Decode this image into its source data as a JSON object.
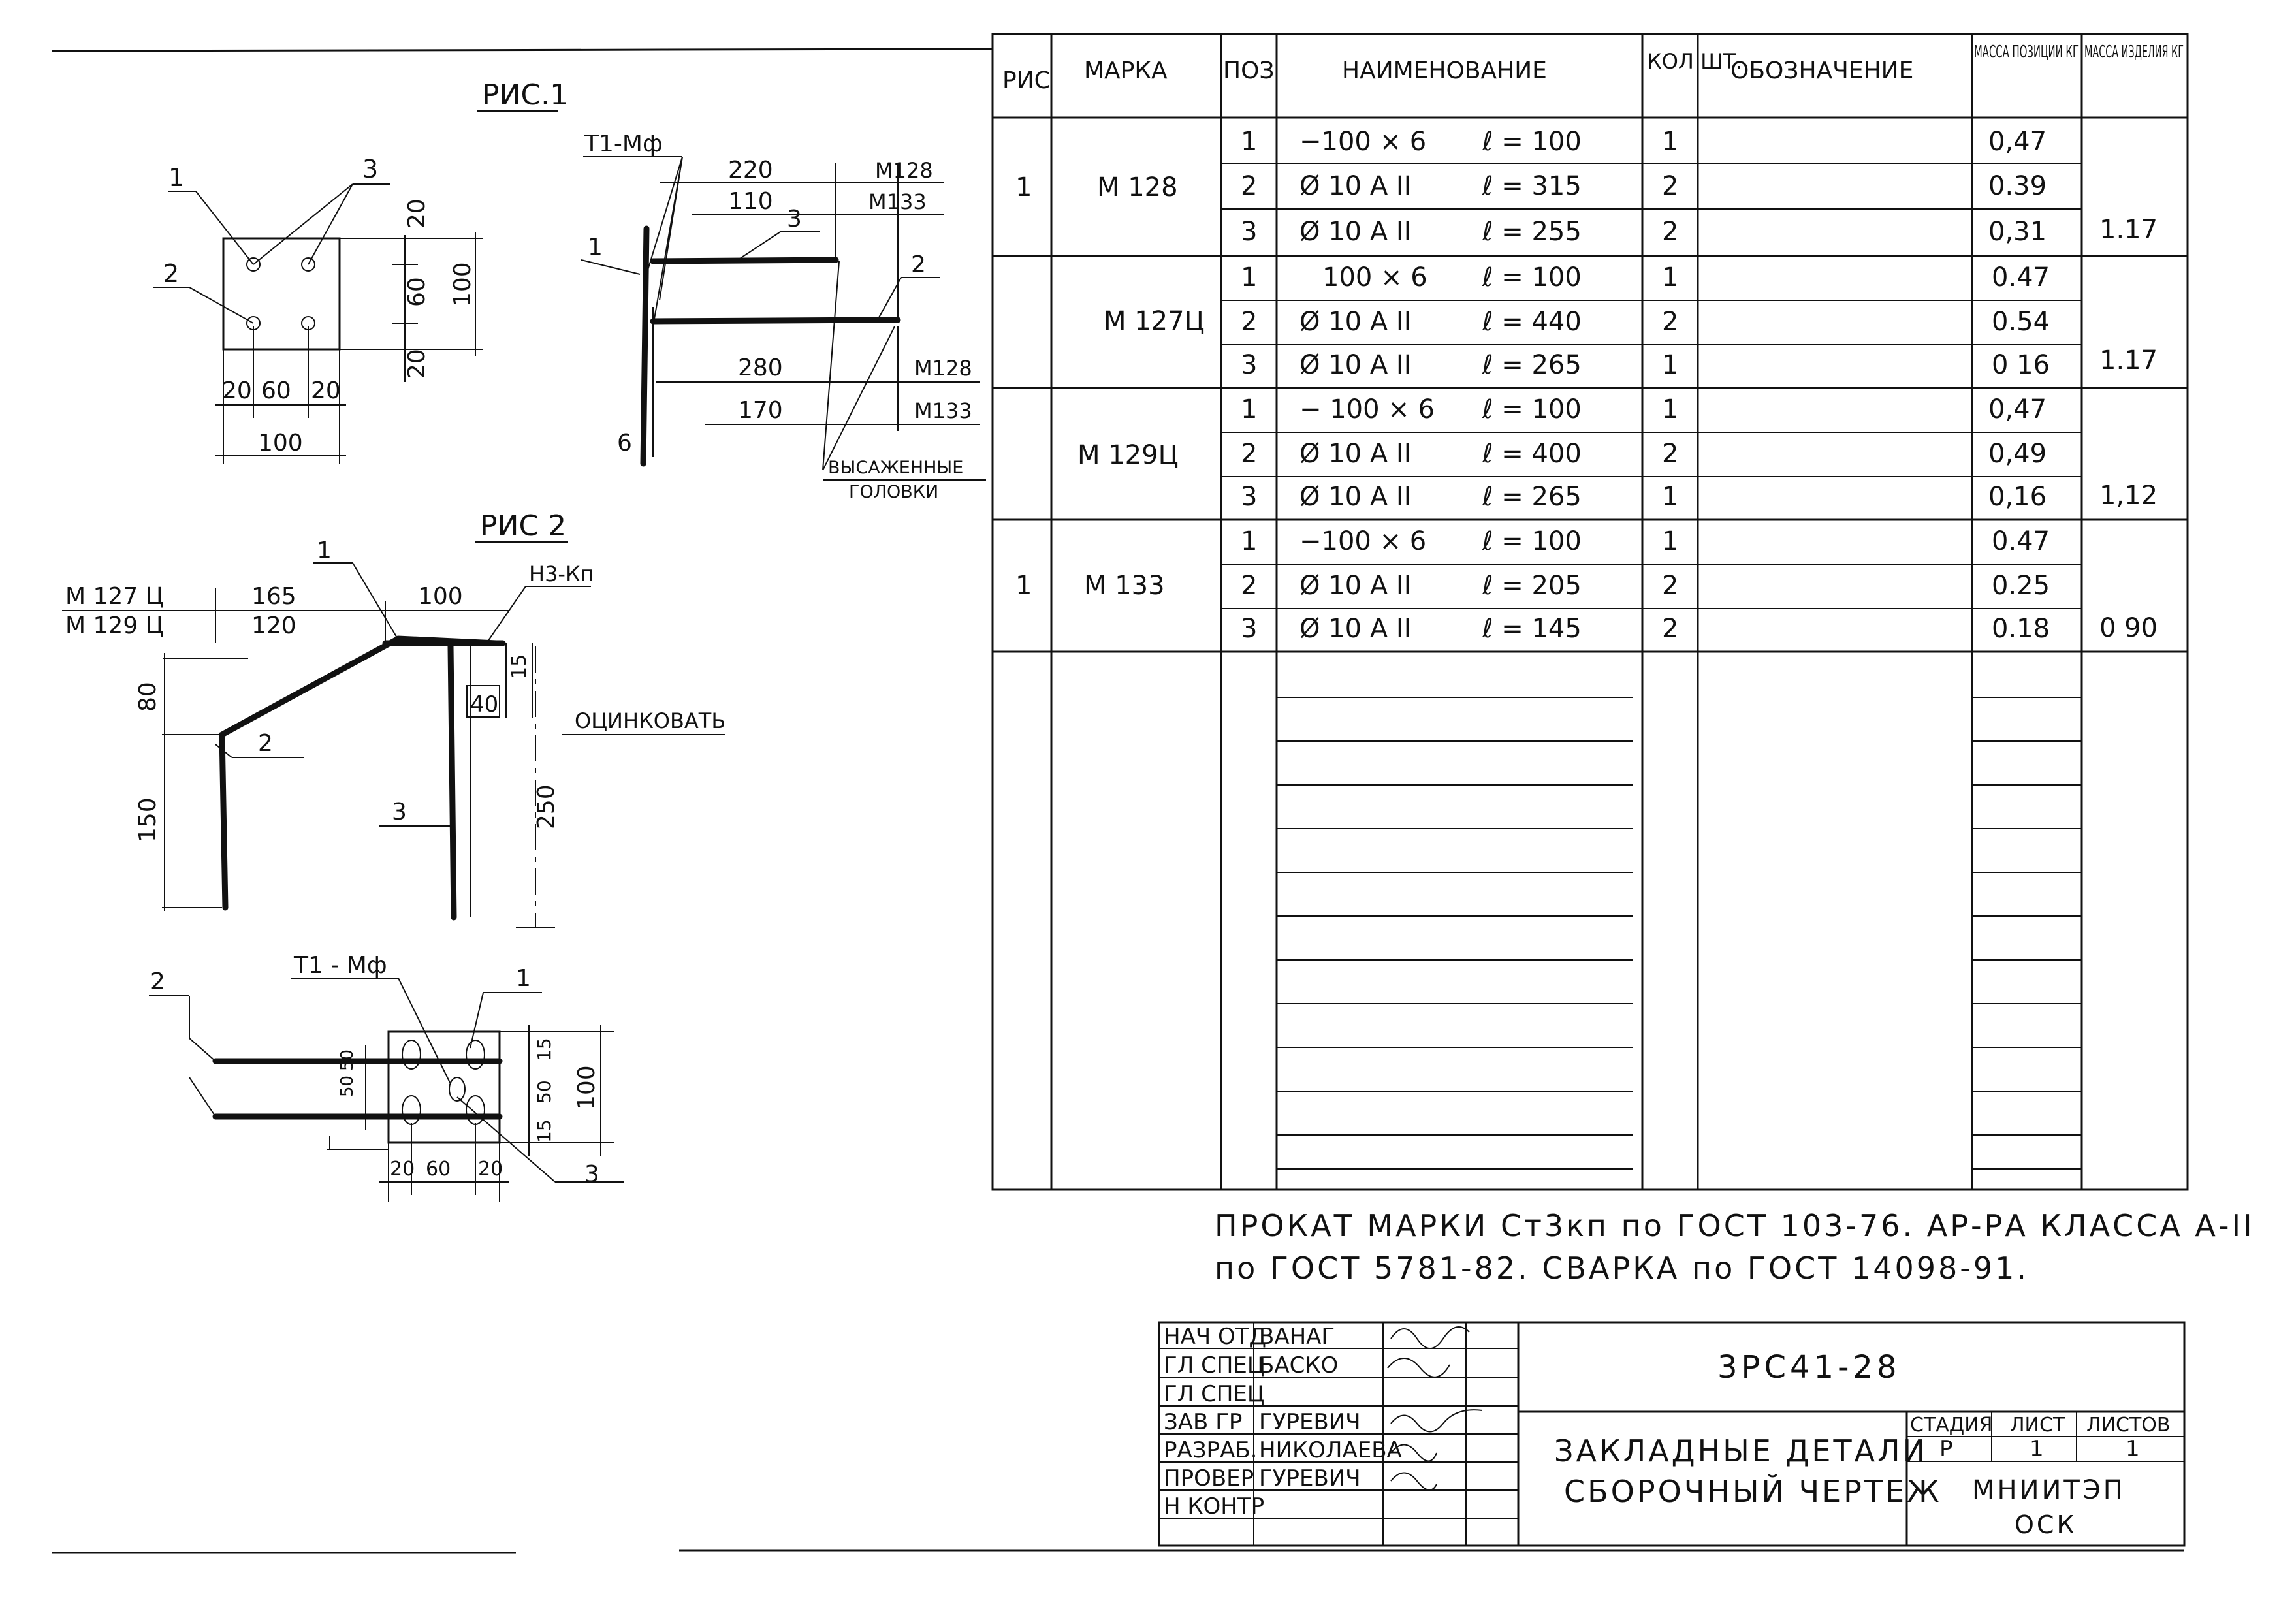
{
  "fig1": {
    "title": "РИС.1",
    "callouts": [
      "1",
      "2",
      "3",
      "1",
      "2",
      "3"
    ],
    "plate_dims": {
      "top": "20",
      "mid": "60",
      "bot": "20",
      "total_v": "100",
      "h1": "20",
      "h2": "60",
      "h3": "20",
      "total_h": "100"
    },
    "side_labels": {
      "weld": "Т1-Мф",
      "d220": "220",
      "d110": "110",
      "m128a": "М128",
      "m133a": "М133",
      "d280": "280",
      "d170": "170",
      "m128b": "М128",
      "m133b": "М133",
      "six": "6",
      "heads1": "ВЫСАЖЕННЫЕ",
      "heads2": "ГОЛОВКИ"
    }
  },
  "fig2": {
    "title": "РИС 2",
    "labels": {
      "m127": "М 127 Ц",
      "m129": "М 129 Ц",
      "d165": "165",
      "d120": "120",
      "d100": "100",
      "weld": "Н3-Кп",
      "d80": "80",
      "d150": "150",
      "d40": "40",
      "d15": "15",
      "d250": "250",
      "galv": "ОЦИНКОВАТЬ",
      "c1": "1",
      "c2": "2",
      "c3": "3"
    },
    "plan": {
      "weld": "Т1 - Мф",
      "c1": "1",
      "c2": "2",
      "c3": "3",
      "v15a": "15",
      "v50a": "50",
      "v15b": "15",
      "v100": "100",
      "v50l": "50",
      "v50r": "50",
      "h20a": "20",
      "h60": "60",
      "h20b": "20"
    }
  },
  "table": {
    "headers": [
      "РИС",
      "МАРКА",
      "ПОЗ",
      "НАИМЕНОВАНИЕ",
      "КОЛ ШТ.",
      "ОБОЗНАЧЕНИЕ",
      "МАССА ПОЗИЦИИ КГ",
      "МАССА ИЗДЕЛИЯ КГ"
    ],
    "groups": [
      {
        "ris": "1",
        "mark": "М 128",
        "total": "1.17",
        "rows": [
          {
            "poz": "1",
            "name": "−100 × 6",
            "len": "ℓ = 100",
            "qty": "1",
            "mass": "0,47"
          },
          {
            "poz": "2",
            "name": "Ø 10 А II",
            "len": "ℓ = 315",
            "qty": "2",
            "mass": "0.39"
          },
          {
            "poz": "3",
            "name": "Ø 10 А II",
            "len": "ℓ = 255",
            "qty": "2",
            "mass": "0,31"
          }
        ]
      },
      {
        "ris": "",
        "mark": "М 127Ц",
        "total": "1.17",
        "rows": [
          {
            "poz": "1",
            "name": "100 × 6",
            "len": "ℓ = 100",
            "qty": "1",
            "mass": "0.47"
          },
          {
            "poz": "2",
            "name": "Ø 10 А II",
            "len": "ℓ = 440",
            "qty": "2",
            "mass": "0.54"
          },
          {
            "poz": "3",
            "name": "Ø 10 А II",
            "len": "ℓ = 265",
            "qty": "1",
            "mass": "0 16"
          }
        ]
      },
      {
        "ris": "",
        "mark": "М 129Ц",
        "total": "1,12",
        "rows": [
          {
            "poz": "1",
            "name": "− 100 × 6",
            "len": "ℓ = 100",
            "qty": "1",
            "mass": "0,47"
          },
          {
            "poz": "2",
            "name": "Ø 10 А II",
            "len": "ℓ = 400",
            "qty": "2",
            "mass": "0,49"
          },
          {
            "poz": "3",
            "name": "Ø 10 А II",
            "len": "ℓ = 265",
            "qty": "1",
            "mass": "0,16"
          }
        ]
      },
      {
        "ris": "1",
        "mark": "М 133",
        "total": "0 90",
        "rows": [
          {
            "poz": "1",
            "name": "−100 × 6",
            "len": "ℓ = 100",
            "qty": "1",
            "mass": "0.47"
          },
          {
            "poz": "2",
            "name": "Ø 10 А II",
            "len": "ℓ = 205",
            "qty": "2",
            "mass": "0.25"
          },
          {
            "poz": "3",
            "name": "Ø 10 А II",
            "len": "ℓ = 145",
            "qty": "2",
            "mass": "0.18"
          }
        ]
      }
    ]
  },
  "notes": {
    "line1": "ПРОКАТ МАРКИ Ст3кп по ГОСТ 103-76. АР-РА КЛАССА А-II",
    "line2": "по ГОСТ 5781-82. СВАРКА по ГОСТ 14098-91."
  },
  "title_block": {
    "code": "3РС41-28",
    "name1": "ЗАКЛАДНЫЕ ДЕТАЛИ",
    "name2": "СБОРОЧНЫЙ ЧЕРТЕЖ",
    "stage_h": "СТАДИЯ",
    "sheet_h": "ЛИСТ",
    "sheets_h": "ЛИСТОВ",
    "stage": "Р",
    "sheet": "1",
    "sheets": "1",
    "org1": "МНИИТЭП",
    "org2": "ОСК",
    "roles": [
      "НАЧ ОТД",
      "ГЛ СПЕЦ",
      "ГЛ СПЕЦ",
      "ЗАВ ГР",
      "РАЗРАБ.",
      "ПРОВЕР",
      "Н КОНТР"
    ],
    "names": [
      "ВАНАГ",
      "БАСКО",
      "",
      "ГУРЕВИЧ",
      "НИКОЛАЕВА",
      "ГУРЕВИЧ",
      ""
    ]
  }
}
